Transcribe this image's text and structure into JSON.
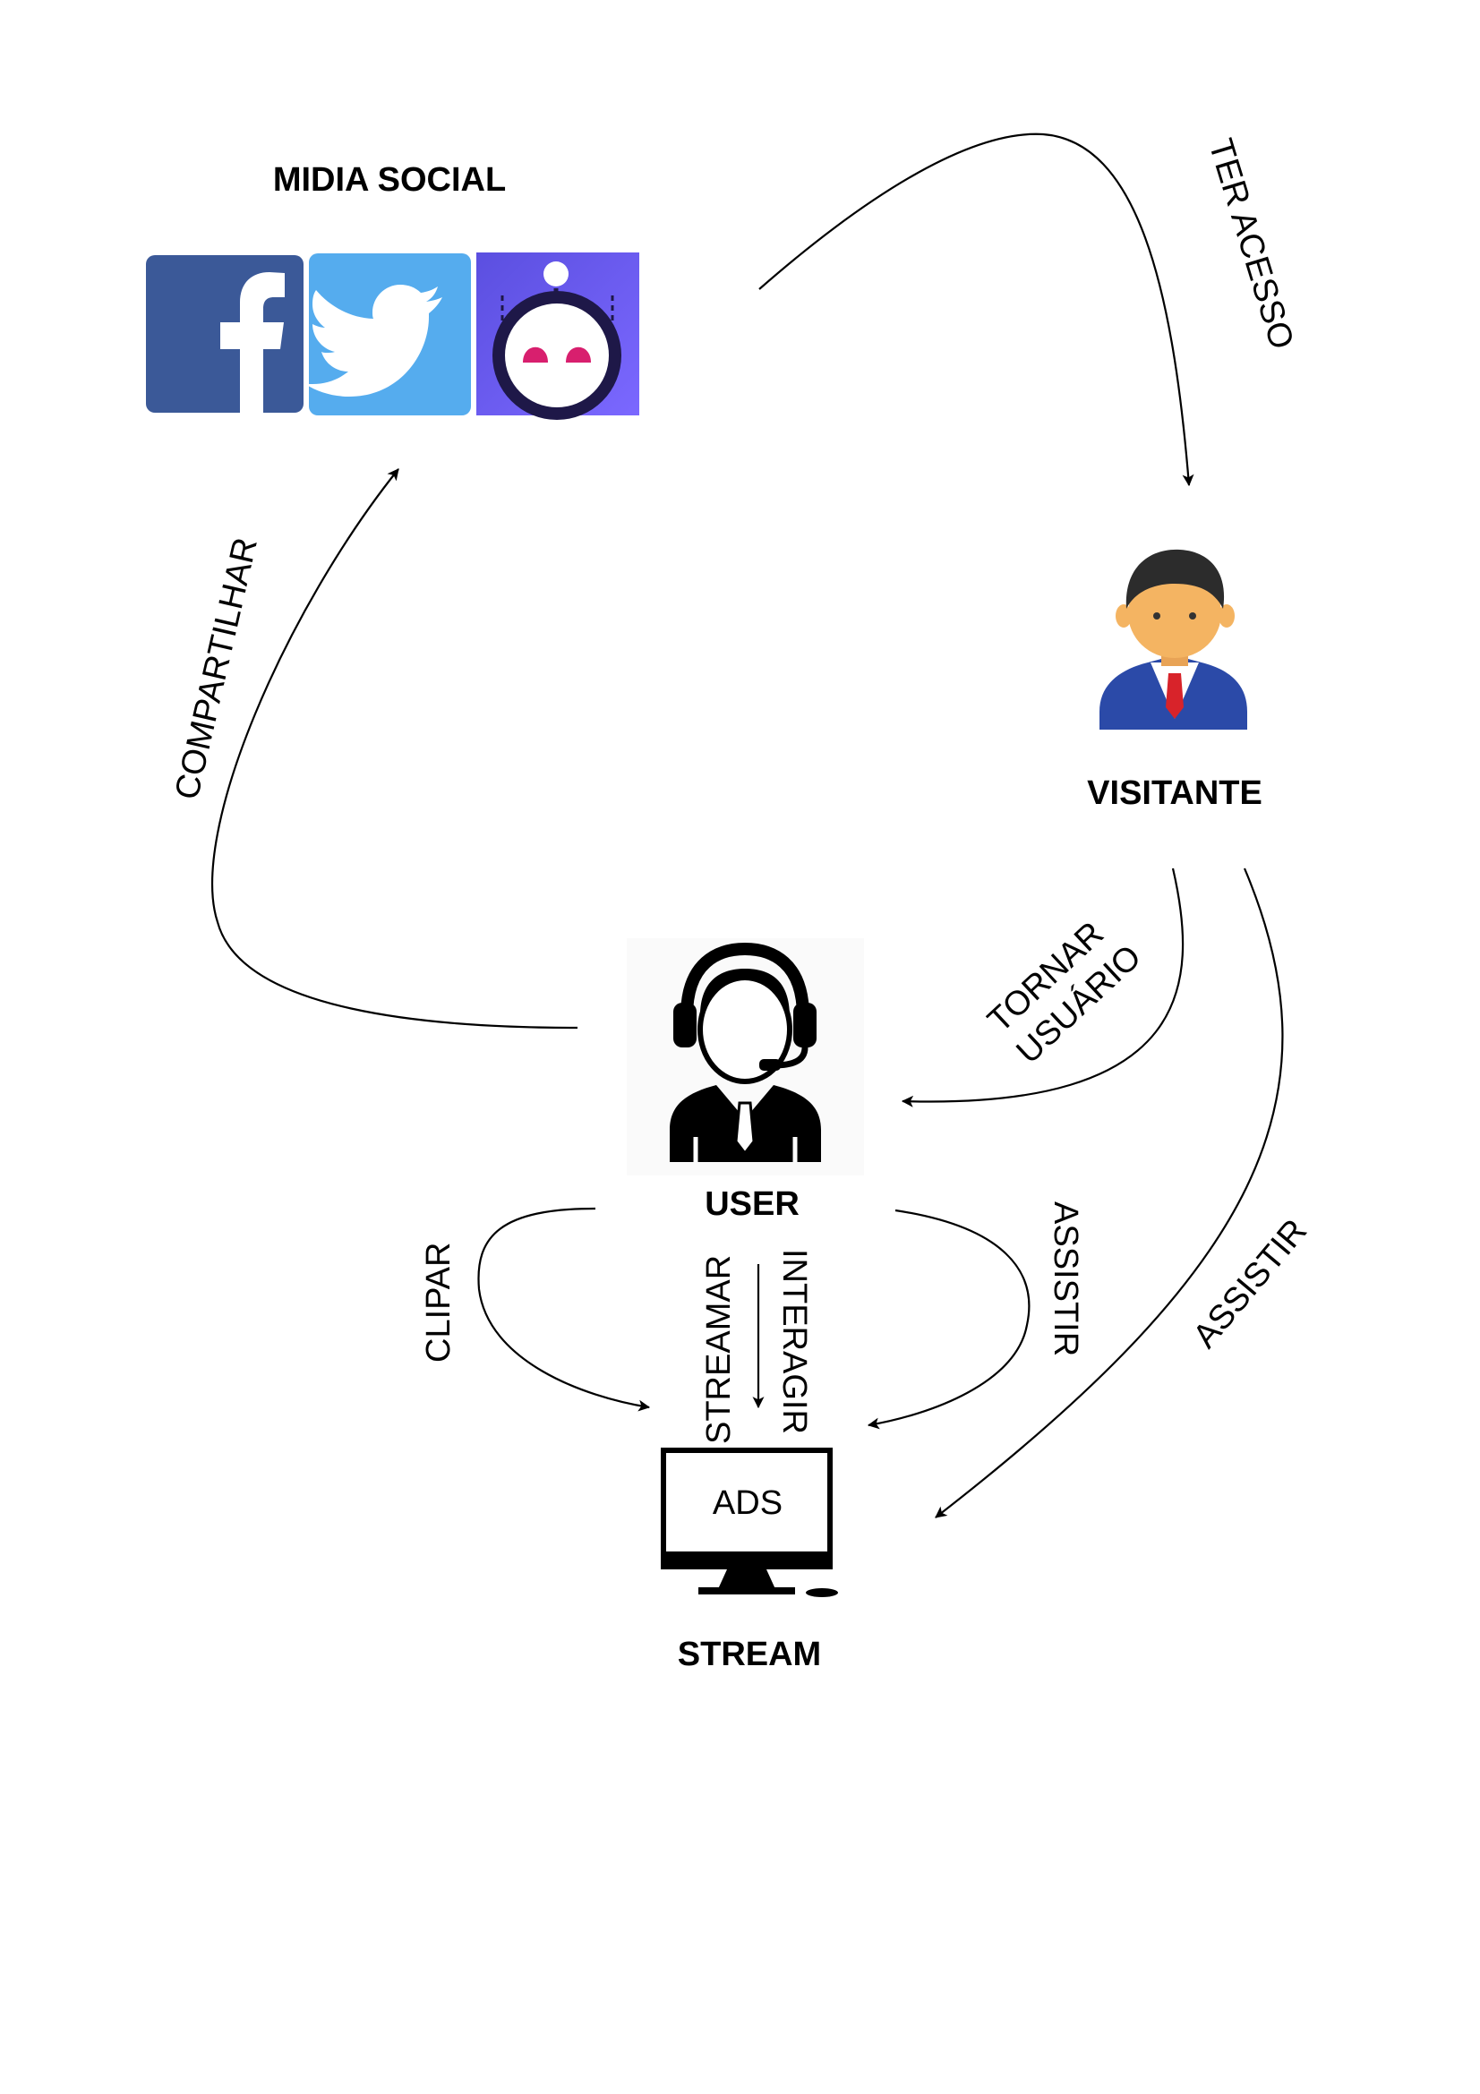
{
  "nodes": {
    "social": {
      "title": "MIDIA SOCIAL",
      "icons": [
        "facebook-icon",
        "twitter-icon",
        "reddit-apollo-icon"
      ]
    },
    "visitor": {
      "title": "VISITANTE",
      "icon": "person-icon"
    },
    "user": {
      "title": "USER",
      "icon": "headset-user-icon"
    },
    "stream": {
      "title": "STREAM",
      "icon": "monitor-icon",
      "screen_text": "ADS"
    }
  },
  "edges": {
    "social_to_visitor": "TER ACESSO",
    "user_to_social": "COMPARTILHAR",
    "visitor_to_user_line1": "TORNAR",
    "visitor_to_user_line2": "USUÁRIO",
    "visitor_to_stream": "ASSISTIR",
    "user_clip": "CLIPAR",
    "user_stream": "STREAMAR",
    "user_interact": "INTERAGIR",
    "user_watch": "ASSISTIR"
  },
  "colors": {
    "facebook": "#3b5998",
    "twitter": "#55acee",
    "apollo_top": "#5b4fe0",
    "apollo_bottom": "#7b68ff",
    "visitor_skin": "#f4b462",
    "visitor_suit": "#2b4aa8",
    "visitor_tie": "#d8232a"
  }
}
